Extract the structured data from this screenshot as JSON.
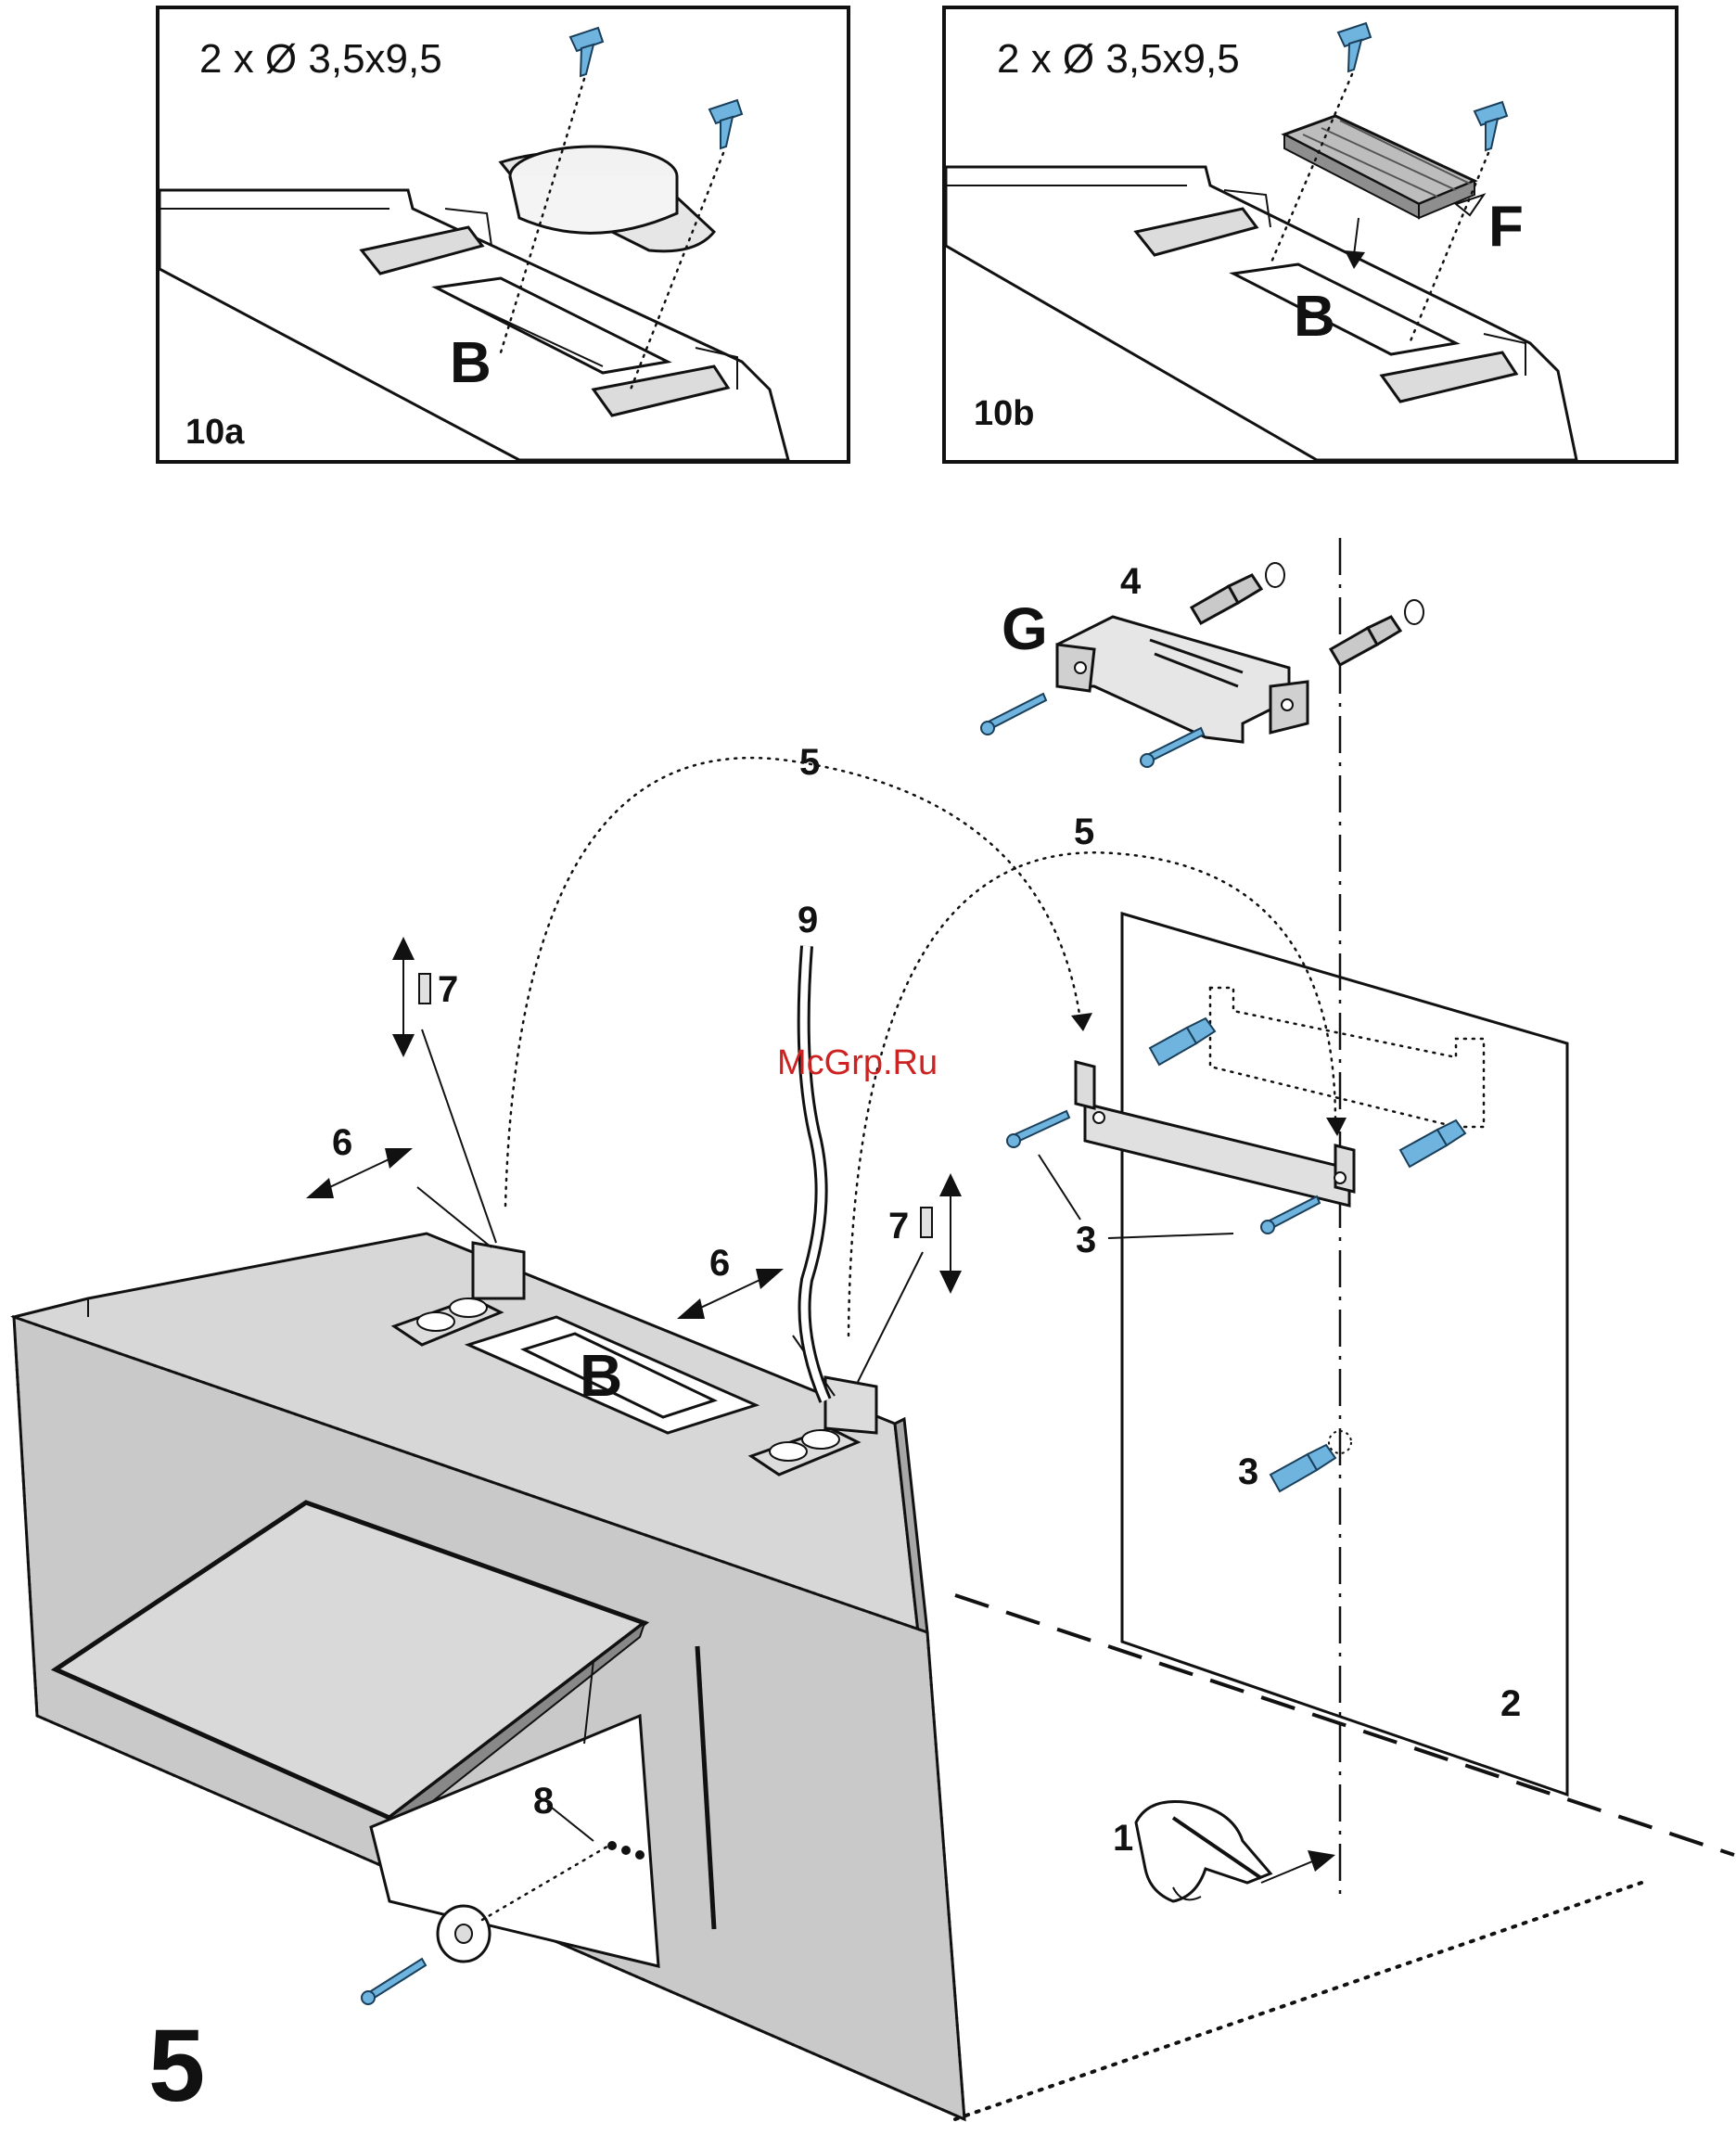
{
  "panel_10a": {
    "spec": "2 x Ø 3,5x9,5",
    "label_b": "B",
    "caption": "10a"
  },
  "panel_10b": {
    "spec": "2 x Ø 3,5x9,5",
    "label_b": "B",
    "label_f": "F",
    "caption": "10b"
  },
  "main": {
    "label_g": "G",
    "label_b": "B",
    "step_number": "5",
    "callouts": [
      "1",
      "2",
      "3",
      "3",
      "4",
      "5",
      "5",
      "6",
      "6",
      "7",
      "7",
      "8",
      "9"
    ]
  },
  "watermark": {
    "text": "McGrp.Ru",
    "color": "#cc2222"
  },
  "colors": {
    "screw_blue": "#6fb3df",
    "hood_grey": "#c9c9c9",
    "line": "#111111"
  }
}
